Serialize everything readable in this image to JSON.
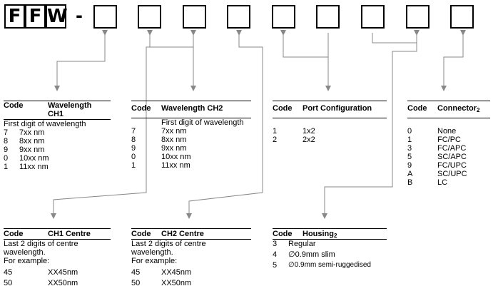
{
  "prefix": {
    "letters": [
      "F",
      "F",
      "W"
    ],
    "dash": "-"
  },
  "tables": {
    "wl1": {
      "code_header": "Code",
      "value_header": "Wavelength CH1",
      "note": "First digit of wavelength",
      "rows": [
        {
          "code": "7",
          "value": "7xx nm"
        },
        {
          "code": "8",
          "value": "8xx nm"
        },
        {
          "code": "9",
          "value": "9xx nm"
        },
        {
          "code": "0",
          "value": "10xx nm"
        },
        {
          "code": "1",
          "value": "11xx nm"
        }
      ]
    },
    "wl2": {
      "code_header": "Code",
      "value_header": "Wavelength CH2",
      "note": "First digit of wavelength",
      "rows": [
        {
          "code": "7",
          "value": "7xx nm"
        },
        {
          "code": "8",
          "value": "8xx nm"
        },
        {
          "code": "9",
          "value": "9xx nm"
        },
        {
          "code": "0",
          "value": "10xx nm"
        },
        {
          "code": "1",
          "value": "11xx nm"
        }
      ]
    },
    "port": {
      "code_header": "Code",
      "value_header": "Port Configuration",
      "rows": [
        {
          "code": "1",
          "value": "1x2"
        },
        {
          "code": "2",
          "value": "2x2"
        }
      ]
    },
    "connector": {
      "code_header": "Code",
      "value_header": "Connector",
      "header_sub": "2",
      "rows": [
        {
          "code": "0",
          "value": "None"
        },
        {
          "code": "1",
          "value": "FC/PC"
        },
        {
          "code": "3",
          "value": "FC/APC"
        },
        {
          "code": "5",
          "value": "SC/APC"
        },
        {
          "code": "9",
          "value": "FC/UPC"
        },
        {
          "code": "A",
          "value": "SC/UPC"
        },
        {
          "code": "B",
          "value": "LC"
        }
      ]
    },
    "ch1c": {
      "code_header": "Code",
      "value_header": "CH1 Centre",
      "note_lines": [
        "Last 2 digits of centre",
        "wavelength.",
        "For example:"
      ],
      "rows": [
        {
          "code": "45",
          "value": "XX45nm"
        },
        {
          "code": "50",
          "value": "XX50nm"
        }
      ]
    },
    "ch2c": {
      "code_header": "Code",
      "value_header": "CH2 Centre",
      "note_lines": [
        "Last 2 digits of centre",
        "wavelength.",
        "For example:"
      ],
      "rows": [
        {
          "code": "45",
          "value": "XX45nm"
        },
        {
          "code": "50",
          "value": "XX50nm"
        }
      ]
    },
    "housing": {
      "code_header": "Code",
      "value_header": "Housing",
      "header_sub": "2",
      "rows": [
        {
          "code": "3",
          "value": "Regular"
        },
        {
          "code": "4",
          "value": "∅0.9mm slim"
        },
        {
          "code": "5",
          "value": "∅0.9mm semi-ruggedised"
        }
      ]
    }
  },
  "colors": {
    "line": "#000000",
    "arrow": "#888888"
  }
}
